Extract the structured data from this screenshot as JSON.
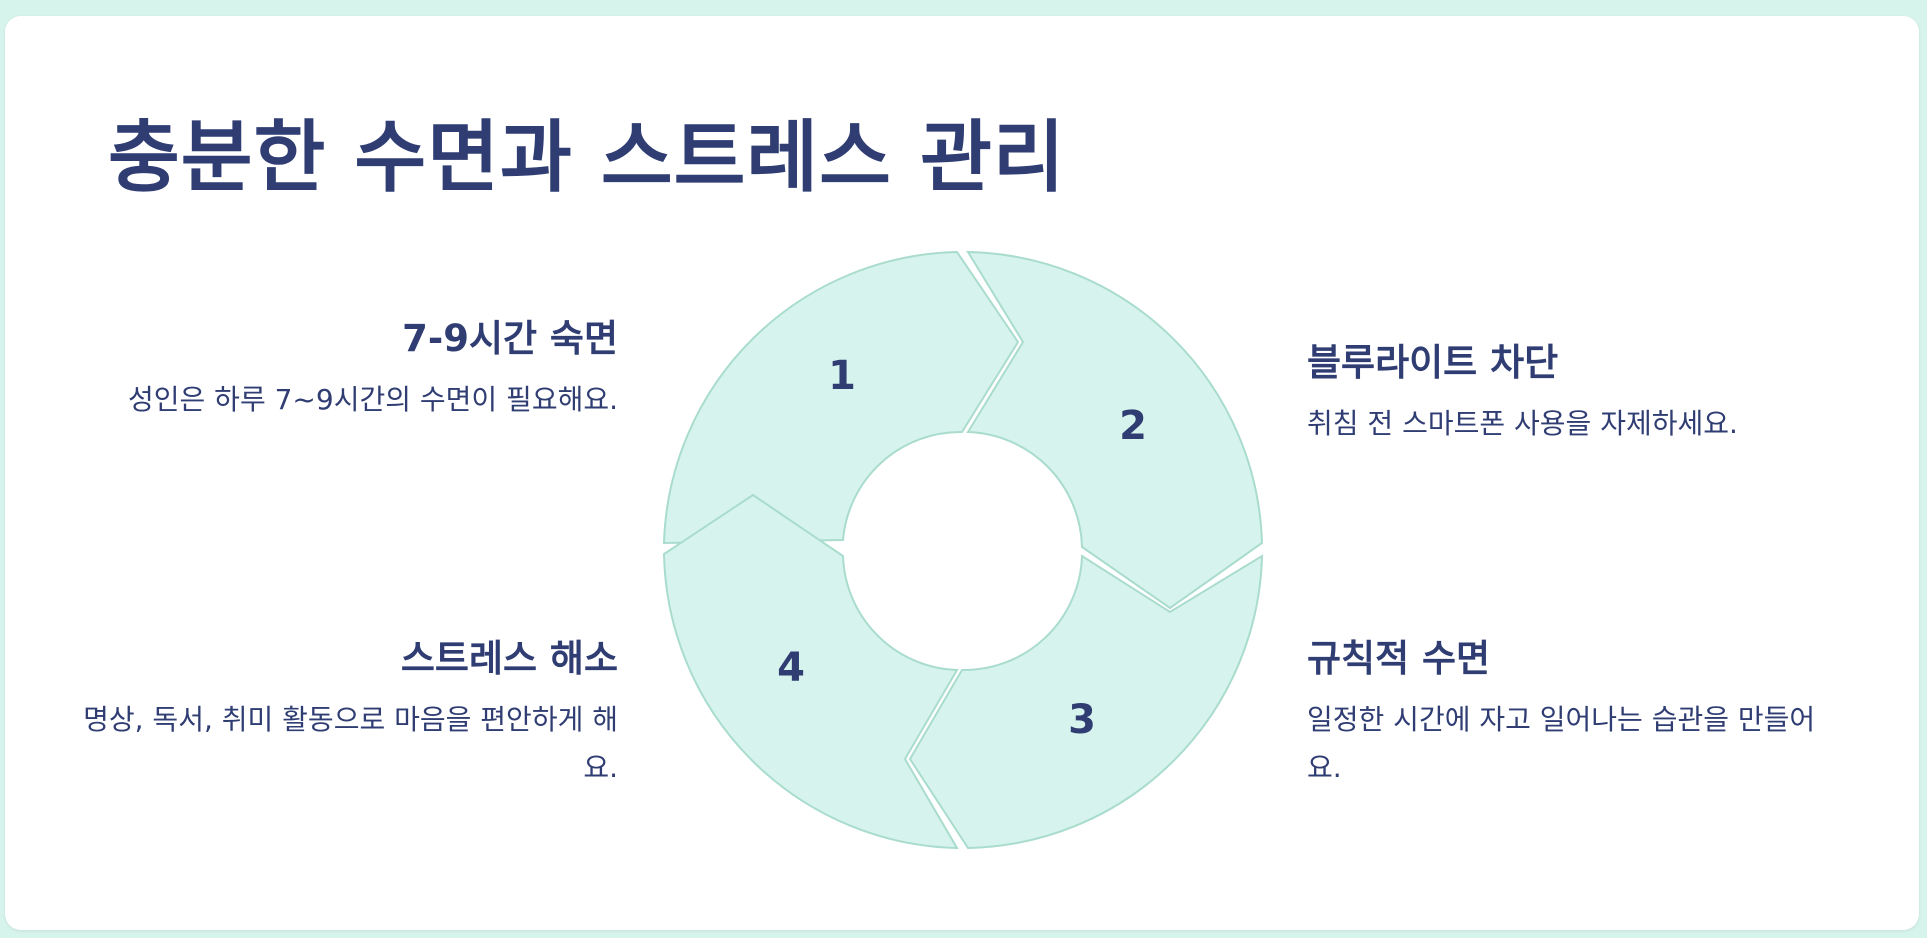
{
  "title": "충분한 수면과 스트레스 관리",
  "cycle": [
    {
      "number": "1",
      "heading": "7-9시간 숙면",
      "description": "성인은 하루 7~9시간의 수면이 필요해요."
    },
    {
      "number": "2",
      "heading": "블루라이트 차단",
      "description": "취침 전 스마트폰 사용을 자제하세요."
    },
    {
      "number": "3",
      "heading": "규칙적 수면",
      "description": "일정한 시간에 자고 일어나는 습관을 만들어요."
    },
    {
      "number": "4",
      "heading": "스트레스 해소",
      "description": "명상, 독서, 취미 활동으로 마음을 편안하게 해요."
    }
  ],
  "colors": {
    "background": "#d6f3ec",
    "segment_fill": "#d6f4ed",
    "segment_stroke": "#a9dccd",
    "text": "#2f3d73"
  }
}
